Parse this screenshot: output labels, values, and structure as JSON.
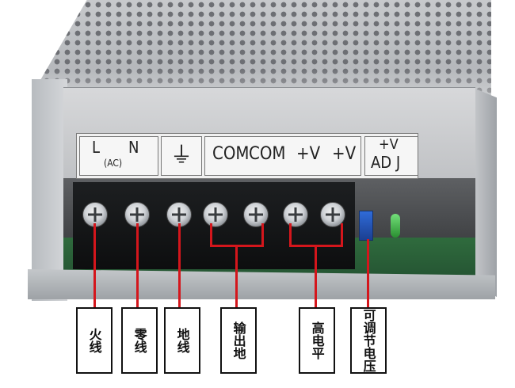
{
  "terminal_panel": {
    "l": "L",
    "n": "N",
    "ac": "(AC)",
    "ground_symbol": "⏚",
    "com1": "COM",
    "com2": "COM",
    "v1": "+V",
    "v2": "+V",
    "adj_top": "+V",
    "adj_bottom": "AD J"
  },
  "callouts": {
    "fire_line": "火线",
    "zero_line": "零线",
    "ground_line": "地线",
    "output_ground": "输出地",
    "high_level": "高电平",
    "adjustable_voltage": "可调节电压"
  },
  "colors": {
    "connector_red": "#d4161c"
  }
}
